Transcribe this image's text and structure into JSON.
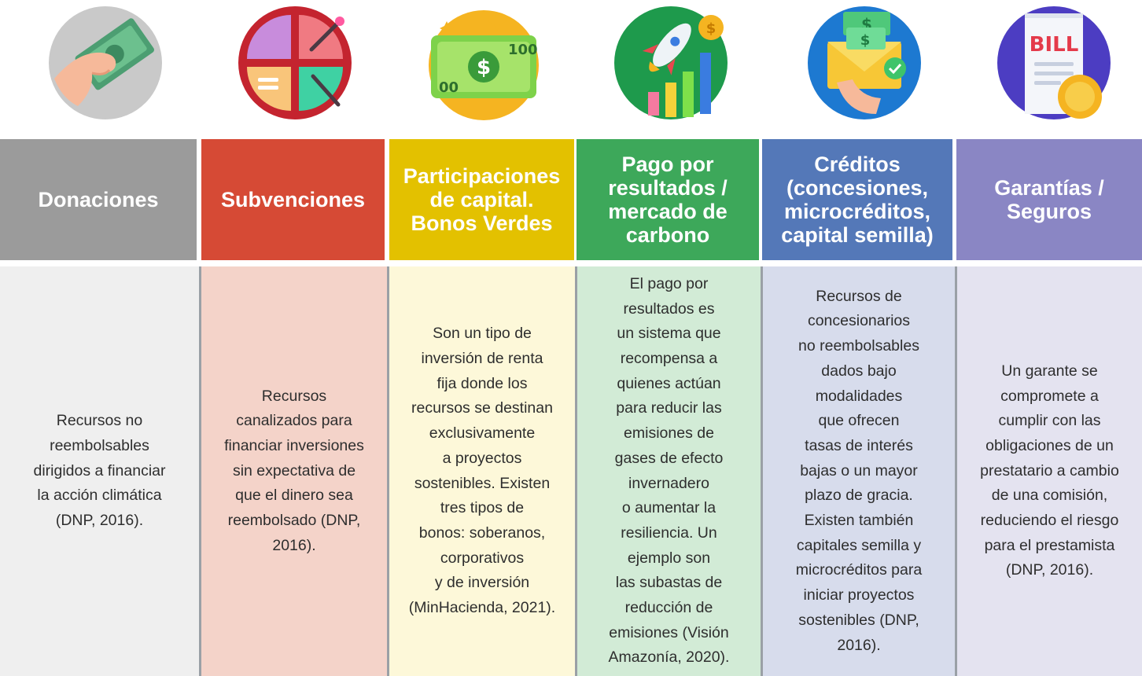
{
  "columns": [
    {
      "id": "donaciones",
      "icon": "cash-hand-icon",
      "title": "Donaciones",
      "header_color": "#9b9b9b",
      "body_color": "#efefef",
      "description": "Recursos no\nreembolsables\ndirigidos a financiar\nla acción climática\n(DNP, 2016)."
    },
    {
      "id": "subvenciones",
      "icon": "pie-chart-icon",
      "title": "Subvenciones",
      "header_color": "#d64a35",
      "body_color": "#f4d3c9",
      "description": "Recursos\ncanalizados para\nfinanciar inversiones\nsin expectativa de\nque el dinero sea\nreembolsado (DNP,\n2016)."
    },
    {
      "id": "participaciones",
      "icon": "banknote-icon",
      "title": "Participaciones\nde capital.\nBonos Verdes",
      "header_color": "#e3c100",
      "body_color": "#fdf8d9",
      "description": "Son un tipo de\ninversión de renta\nfija donde los\nrecursos se destinan\nexclusivamente\na proyectos\nsostenibles. Existen\ntres tipos de\nbonos: soberanos,\ncorporativos\ny de inversión\n(MinHacienda, 2021)."
    },
    {
      "id": "pago-resultados",
      "icon": "rocket-growth-icon",
      "title": "Pago por\nresultados /\nmercado de\ncarbono",
      "header_color": "#3da85a",
      "body_color": "#d2ebd6",
      "description": "El pago por\nresultados es\nun sistema que\nrecompensa a\nquienes actúan\npara reducir las\nemisiones de\ngases de efecto\ninvernadero\no aumentar la\nresiliencia. Un\nejemplo son\nlas subastas de\nreducción de\nemisiones (Visión\nAmazonía, 2020)."
    },
    {
      "id": "creditos",
      "icon": "money-envelope-icon",
      "title": "Créditos\n(concesiones,\nmicrocréditos,\ncapital semilla)",
      "header_color": "#5478b8",
      "body_color": "#d7dcec",
      "description": "Recursos de\nconcesionarios\nno reembolsables\ndados bajo\nmodalidades\nque ofrecen\ntasas de interés\nbajas o un mayor\nplazo de gracia.\nExisten también\ncapitales semilla y\nmicrocréditos para\niniciar proyectos\nsostenibles (DNP,\n2016)."
    },
    {
      "id": "garantias",
      "icon": "bill-coin-icon",
      "title": "Garantías /\nSeguros",
      "header_color": "#8a86c4",
      "body_color": "#e4e3f0",
      "description": "Un garante se\ncompromete a\ncumplir con las\nobligaciones de un\nprestatario a cambio\nde una comisión,\nreduciendo el riesgo\npara el prestamista\n(DNP, 2016)."
    }
  ],
  "icon_labels": {
    "banknote": [
      "100",
      "$",
      "00"
    ],
    "bill": "BILL",
    "dollar": "$"
  }
}
